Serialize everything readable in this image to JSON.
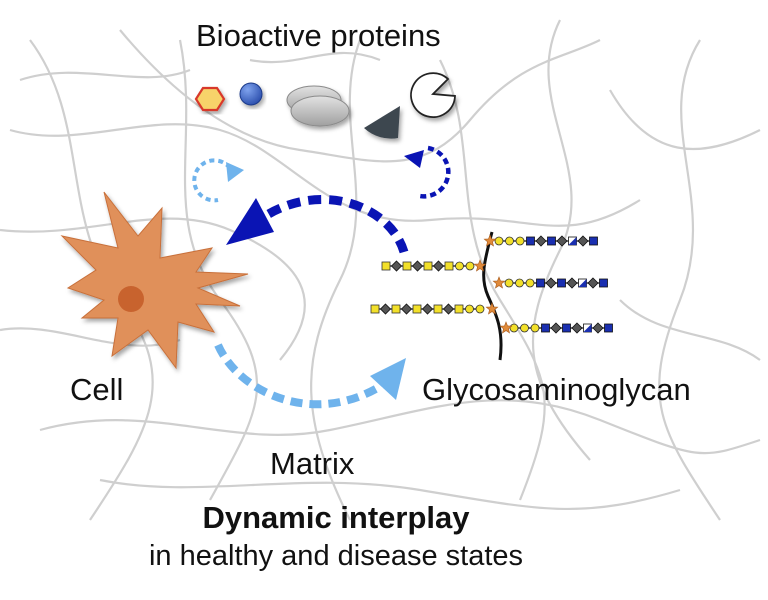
{
  "labels": {
    "bioactive_proteins": "Bioactive proteins",
    "cell": "Cell",
    "glycosaminoglycan": "Glycosaminoglycan",
    "matrix": "Matrix",
    "title": "Dynamic interplay",
    "subtitle": "in healthy and disease states"
  },
  "colors": {
    "fiber": "#cfcfcf",
    "cell_fill": "#e0905a",
    "cell_nucleus": "#c8632e",
    "dark_blue": "#0a14b4",
    "light_blue": "#6fb3ec",
    "hexagon_stroke": "#d8382a",
    "hexagon_fill": "#f7d36a",
    "sphere": "#3a66c8",
    "ellipse": "#b8b8b8",
    "wedge": "#3d4650",
    "sugar_yellow": "#f2e02a",
    "sugar_blue": "#1a2fb0",
    "star": "#e08a3a"
  },
  "icons": {
    "proteins": [
      "hexagon-icon",
      "sphere-icon",
      "ellipse-icon",
      "wedge-icon",
      "pacman-icon"
    ],
    "cell": "cell-icon"
  }
}
